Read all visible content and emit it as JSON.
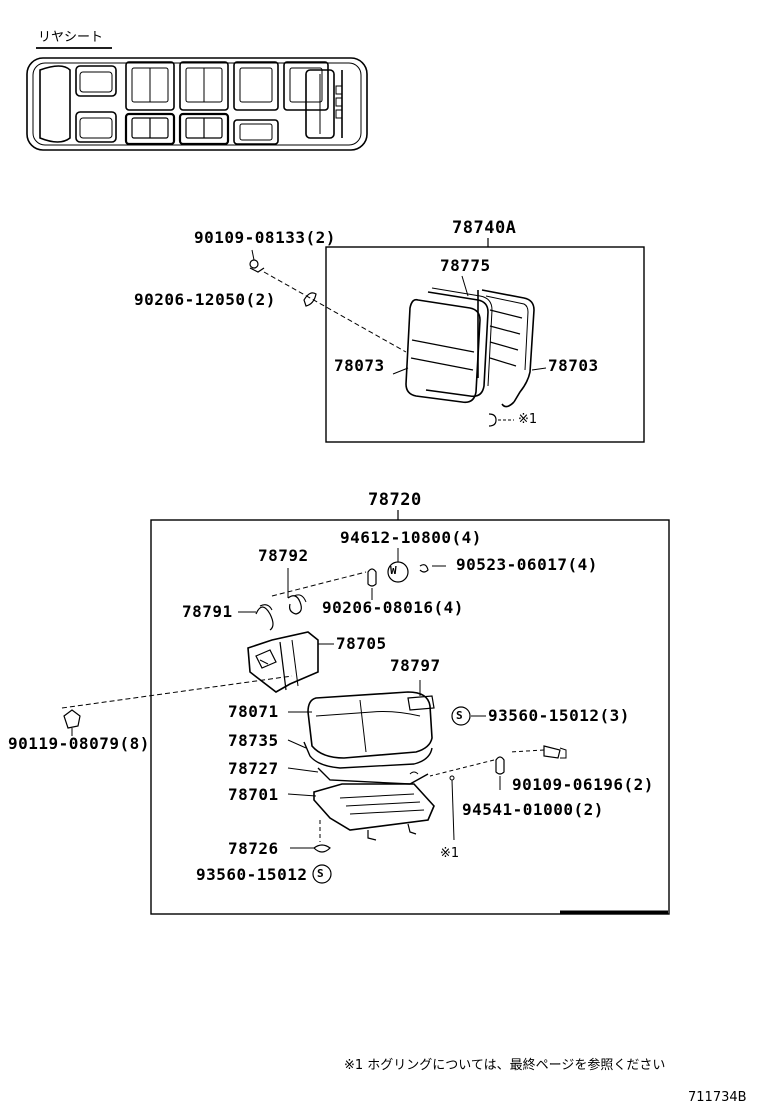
{
  "header": {
    "section_label": "リヤシート"
  },
  "assemblies": {
    "seat_back": "78740A",
    "seat_cushion": "78720"
  },
  "parts": {
    "p_90109_08133": "90109-08133(2)",
    "p_90206_12050": "90206-12050(2)",
    "p_78775": "78775",
    "p_78073": "78073",
    "p_78703": "78703",
    "ref_mark_1": "※1",
    "p_94612_10800": "94612-10800(4)",
    "p_90523_06017": "90523-06017(4)",
    "p_78792": "78792",
    "p_78791": "78791",
    "p_90206_08016": "90206-08016(4)",
    "p_78705": "78705",
    "p_78797": "78797",
    "p_78071": "78071",
    "p_93560_15012_3": "93560-15012(3)",
    "p_90119_08079": "90119-08079(8)",
    "p_78735": "78735",
    "p_78727": "78727",
    "p_78701": "78701",
    "p_90109_06196": "90109-06196(2)",
    "p_94541_01000": "94541-01000(2)",
    "p_78726": "78726",
    "p_93560_15012": "93560-15012",
    "ref_mark_2": "※1"
  },
  "symbols": {
    "w": "W",
    "s": "S"
  },
  "footnote": "※1  ホグリングについては、最終ページを参照ください",
  "drawing_code": "711734B"
}
